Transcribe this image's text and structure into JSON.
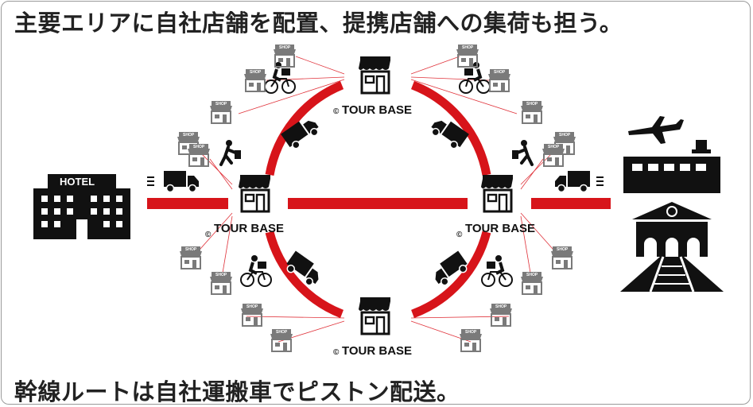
{
  "headline_top": "主要エリアに自社店舗を配置、提携店舗への集荷も担う。",
  "headline_bottom": "幹線ルートは自社運搬車でピストン配送。",
  "hub_label": "TOUR BASE",
  "hub_copyright": "©",
  "partner_shop_label": "SHOP",
  "hotel_label": "HOTEL",
  "colors": {
    "route_red": "#d7141a",
    "icon_black": "#111111",
    "shop_gray": "#7a7a7a",
    "line_red": "#e0333b"
  },
  "icons": [
    "hotel-icon",
    "truck-icon",
    "bicycle-courier-icon",
    "traveler-icon",
    "store-icon",
    "airport-icon",
    "train-station-icon",
    "shop-icon"
  ]
}
